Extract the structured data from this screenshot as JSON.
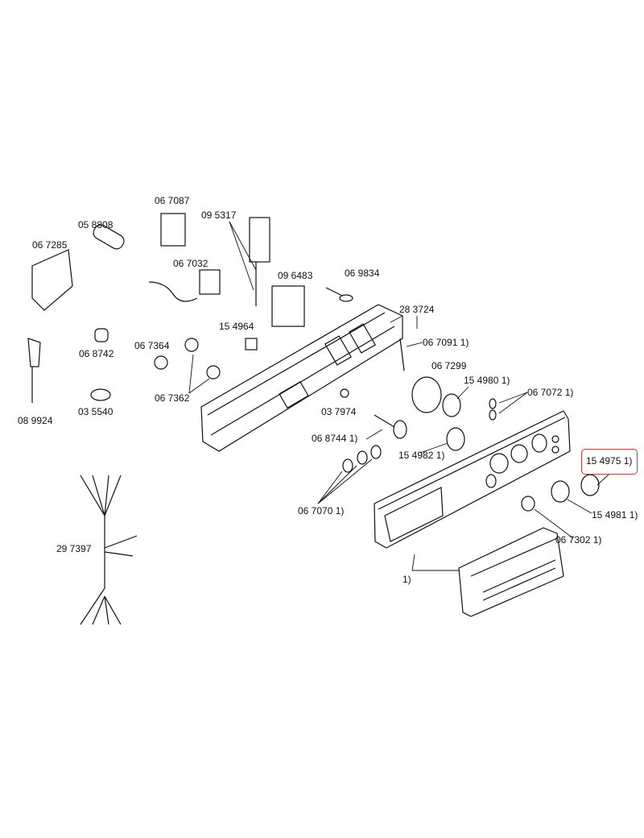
{
  "diagram": {
    "highlight_color": "#d0343f",
    "parts": [
      {
        "id": "p067087",
        "label": "06 7087"
      },
      {
        "id": "p095317",
        "label": "09 5317"
      },
      {
        "id": "p058808",
        "label": "05 8808"
      },
      {
        "id": "p067285",
        "label": "06 7285"
      },
      {
        "id": "p067032",
        "label": "06 7032"
      },
      {
        "id": "p096483",
        "label": "09 6483"
      },
      {
        "id": "p069834",
        "label": "06 9834"
      },
      {
        "id": "p283724",
        "label": "28 3724"
      },
      {
        "id": "p154964",
        "label": "15 4964"
      },
      {
        "id": "p068742",
        "label": "06 8742"
      },
      {
        "id": "p067364",
        "label": "06 7364"
      },
      {
        "id": "p067091",
        "label": "06 7091 1)"
      },
      {
        "id": "p067299",
        "label": "06 7299"
      },
      {
        "id": "p154980",
        "label": "15 4980 1)"
      },
      {
        "id": "p067072",
        "label": "06 7072 1)"
      },
      {
        "id": "p067362",
        "label": "06 7362"
      },
      {
        "id": "p035540",
        "label": "03 5540"
      },
      {
        "id": "p089924",
        "label": "08 9924"
      },
      {
        "id": "p037974",
        "label": "03 7974"
      },
      {
        "id": "p068744",
        "label": "06 8744 1)"
      },
      {
        "id": "p154982",
        "label": "15 4982 1)"
      },
      {
        "id": "p154975",
        "label": "15 4975 1)"
      },
      {
        "id": "p067070",
        "label": "06 7070 1)"
      },
      {
        "id": "p154981",
        "label": "15 4981 1)"
      },
      {
        "id": "p297397",
        "label": "29 7397"
      },
      {
        "id": "p067302",
        "label": "06 7302 1)"
      },
      {
        "id": "p1",
        "label": "1)"
      }
    ]
  }
}
